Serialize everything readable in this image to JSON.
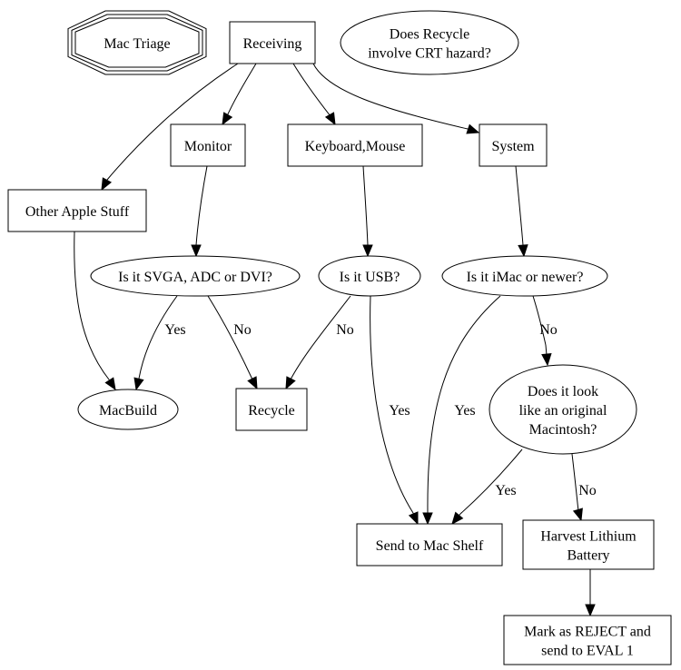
{
  "diagram": {
    "title": "Mac Triage",
    "colors": {
      "stroke": "#000000",
      "fill": "#ffffff",
      "text": "#000000"
    },
    "nodes": [
      {
        "id": "mac_triage",
        "shape": "tripleoctagon",
        "lines": [
          "Mac Triage"
        ]
      },
      {
        "id": "receiving",
        "shape": "box",
        "lines": [
          "Receiving"
        ]
      },
      {
        "id": "crt_question",
        "shape": "ellipse",
        "lines": [
          "Does Recycle",
          "involve CRT hazard?"
        ]
      },
      {
        "id": "monitor",
        "shape": "box",
        "lines": [
          "Monitor"
        ]
      },
      {
        "id": "keyboard_mouse",
        "shape": "box",
        "lines": [
          "Keyboard,Mouse"
        ]
      },
      {
        "id": "system",
        "shape": "box",
        "lines": [
          "System"
        ]
      },
      {
        "id": "other_apple",
        "shape": "box",
        "lines": [
          "Other Apple Stuff"
        ]
      },
      {
        "id": "svga_question",
        "shape": "ellipse",
        "lines": [
          "Is it SVGA, ADC or DVI?"
        ]
      },
      {
        "id": "usb_question",
        "shape": "ellipse",
        "lines": [
          "Is it USB?"
        ]
      },
      {
        "id": "imac_question",
        "shape": "ellipse",
        "lines": [
          "Is it iMac or newer?"
        ]
      },
      {
        "id": "macbuild",
        "shape": "ellipse",
        "lines": [
          "MacBuild"
        ]
      },
      {
        "id": "recycle",
        "shape": "box",
        "lines": [
          "Recycle"
        ]
      },
      {
        "id": "original_mac_question",
        "shape": "ellipse",
        "lines": [
          "Does it look",
          "like an original",
          "Macintosh?"
        ]
      },
      {
        "id": "send_mac_shelf",
        "shape": "box",
        "lines": [
          "Send to Mac Shelf"
        ]
      },
      {
        "id": "harvest_battery",
        "shape": "box",
        "lines": [
          "Harvest Lithium",
          "Battery"
        ]
      },
      {
        "id": "mark_reject",
        "shape": "box",
        "lines": [
          "Mark as REJECT and",
          "send to EVAL 1"
        ]
      }
    ],
    "edges": [
      {
        "from": "receiving",
        "to": "monitor",
        "label": ""
      },
      {
        "from": "receiving",
        "to": "keyboard_mouse",
        "label": ""
      },
      {
        "from": "receiving",
        "to": "system",
        "label": ""
      },
      {
        "from": "receiving",
        "to": "other_apple",
        "label": ""
      },
      {
        "from": "monitor",
        "to": "svga_question",
        "label": ""
      },
      {
        "from": "keyboard_mouse",
        "to": "usb_question",
        "label": ""
      },
      {
        "from": "system",
        "to": "imac_question",
        "label": ""
      },
      {
        "from": "other_apple",
        "to": "macbuild",
        "label": ""
      },
      {
        "from": "svga_question",
        "to": "macbuild",
        "label": "Yes"
      },
      {
        "from": "svga_question",
        "to": "recycle",
        "label": "No"
      },
      {
        "from": "usb_question",
        "to": "recycle",
        "label": "No"
      },
      {
        "from": "usb_question",
        "to": "send_mac_shelf",
        "label": "Yes"
      },
      {
        "from": "imac_question",
        "to": "send_mac_shelf",
        "label": "Yes"
      },
      {
        "from": "imac_question",
        "to": "original_mac_question",
        "label": "No"
      },
      {
        "from": "original_mac_question",
        "to": "send_mac_shelf",
        "label": "Yes"
      },
      {
        "from": "original_mac_question",
        "to": "harvest_battery",
        "label": "No"
      },
      {
        "from": "harvest_battery",
        "to": "mark_reject",
        "label": ""
      }
    ]
  }
}
